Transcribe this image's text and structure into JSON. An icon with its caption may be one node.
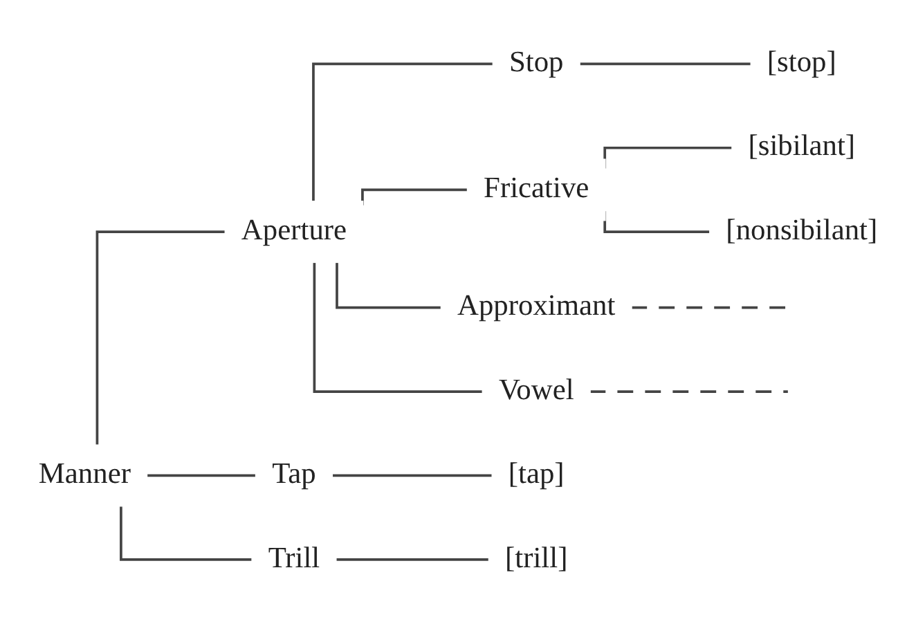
{
  "diagram": {
    "nodes": [
      {
        "text": [
          "Manner"
        ]
      },
      {
        "text": [
          "Aperture"
        ]
      },
      {
        "text": [
          "Tap"
        ]
      },
      {
        "text": [
          "Trill"
        ]
      },
      {
        "text": [
          "Stop"
        ]
      },
      {
        "text": [
          "Fricative"
        ]
      },
      {
        "text": [
          "Approximant"
        ]
      },
      {
        "text": [
          "Vowel"
        ]
      },
      {
        "text": [
          "[stop]"
        ]
      },
      {
        "text": [
          "[sibilant]"
        ]
      },
      {
        "text": [
          "[nonsibilant]"
        ]
      },
      {
        "text": [
          "[tap]"
        ]
      },
      {
        "text": [
          "[trill]"
        ]
      }
    ],
    "edges": [
      {
        "from": 0,
        "to": 1,
        "arrow": "none"
      },
      {
        "from": 0,
        "to": 2,
        "arrow": "none"
      },
      {
        "from": 0,
        "to": 3,
        "arrow": "none"
      },
      {
        "from": 1,
        "to": 4,
        "arrow": "none"
      },
      {
        "from": 1,
        "to": 5,
        "arrow": "none"
      },
      {
        "from": 1,
        "to": 6,
        "arrow": "none"
      },
      {
        "from": 1,
        "to": 7,
        "arrow": "none"
      },
      {
        "from": 4,
        "to": 8,
        "arrow": "none"
      },
      {
        "from": 5,
        "to": 9,
        "arrow": "none"
      },
      {
        "from": 5,
        "to": 10,
        "arrow": "none"
      },
      {
        "from": 6,
        "to": null,
        "arrow": "none",
        "style": "dashed"
      },
      {
        "from": 7,
        "to": null,
        "arrow": "none",
        "style": "dashed"
      },
      {
        "from": 2,
        "to": 11,
        "arrow": "none"
      },
      {
        "from": 3,
        "to": 12,
        "arrow": "none"
      }
    ]
  }
}
